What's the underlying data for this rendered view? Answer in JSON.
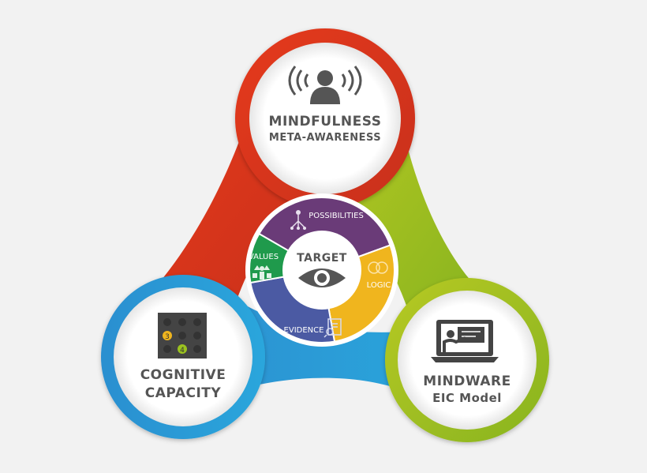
{
  "nodes": {
    "top": {
      "title": "MINDFULNESS",
      "subtitle": "META-AWARENESS",
      "color": "#e03a1e",
      "icon": "person-broadcast-icon"
    },
    "left": {
      "title": "COGNITIVE",
      "subtitle": "CAPACITY",
      "color": "#2a9fd8",
      "icon": "grid-chip-icon",
      "chip_numbers": [
        "3",
        "4"
      ]
    },
    "right": {
      "title": "MINDWARE",
      "subtitle": "EIC Model",
      "color": "#9bc21f",
      "icon": "laptop-presenter-icon"
    }
  },
  "center": {
    "title": "TARGET",
    "icon": "eye-icon",
    "segments": [
      {
        "label": "POSSIBILITIES",
        "color": "#6a3b78",
        "icon": "branch-icon"
      },
      {
        "label": "LOGIC",
        "color": "#f0b51e",
        "icon": "venn-icon"
      },
      {
        "label": "EVIDENCE",
        "color": "#4b5aa3",
        "icon": "document-search-icon"
      },
      {
        "label": "VALUES",
        "color": "#1f9a4c",
        "icon": "people-balance-icon"
      }
    ]
  }
}
